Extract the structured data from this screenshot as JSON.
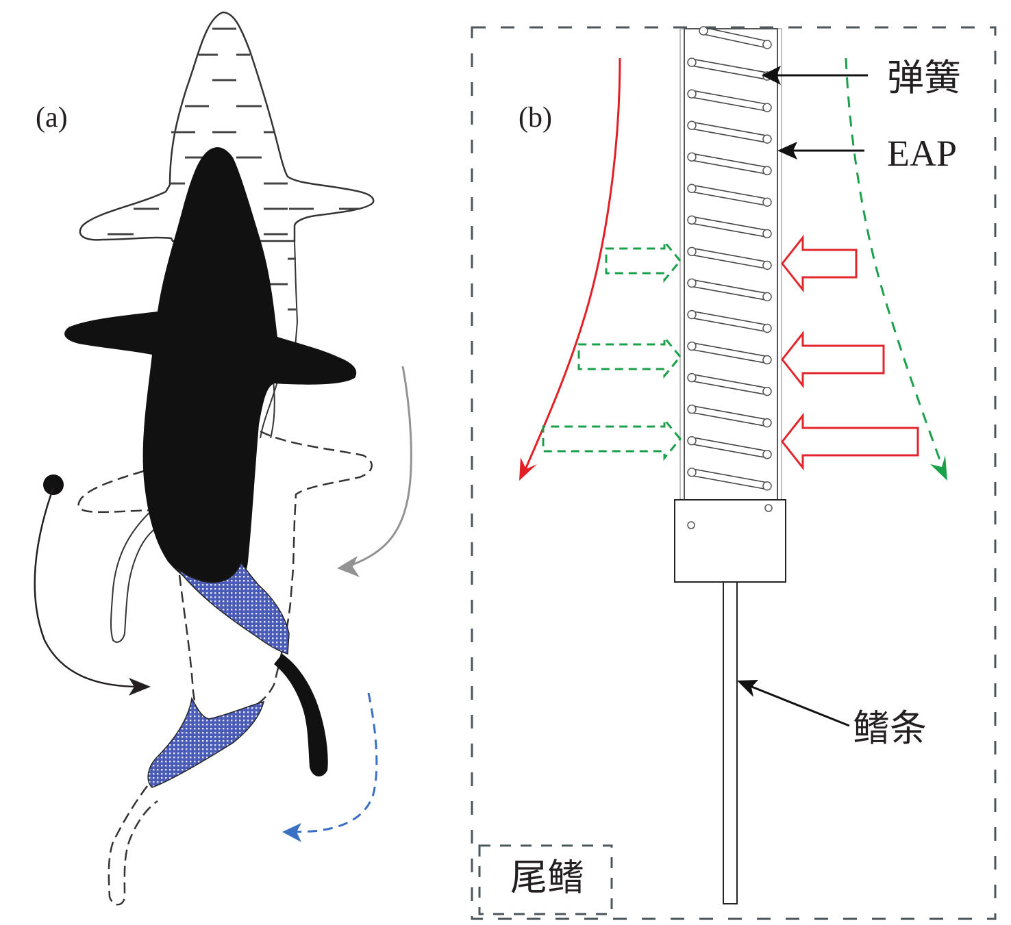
{
  "figure": {
    "panel_a": {
      "label": "(a)"
    },
    "panel_b": {
      "label": "(b)",
      "annotations": {
        "spring": "弹簧",
        "eap": "EAP",
        "fin_ray": "鳍条",
        "caudal_fin": "尾鳍"
      }
    },
    "colors": {
      "fish_body": "#111111",
      "hatched_tail": "#4a5bb8",
      "gray_arrow": "#939393",
      "blue_dashed_arrow": "#3a6fc4",
      "red_curve": "#e31e24",
      "green_dashed": "#1aa04a",
      "red_force_arrow": "#e3262c",
      "dashed_frame": "#4a555c"
    },
    "force_arrows_count": 3,
    "spring_coils_count": 15
  }
}
